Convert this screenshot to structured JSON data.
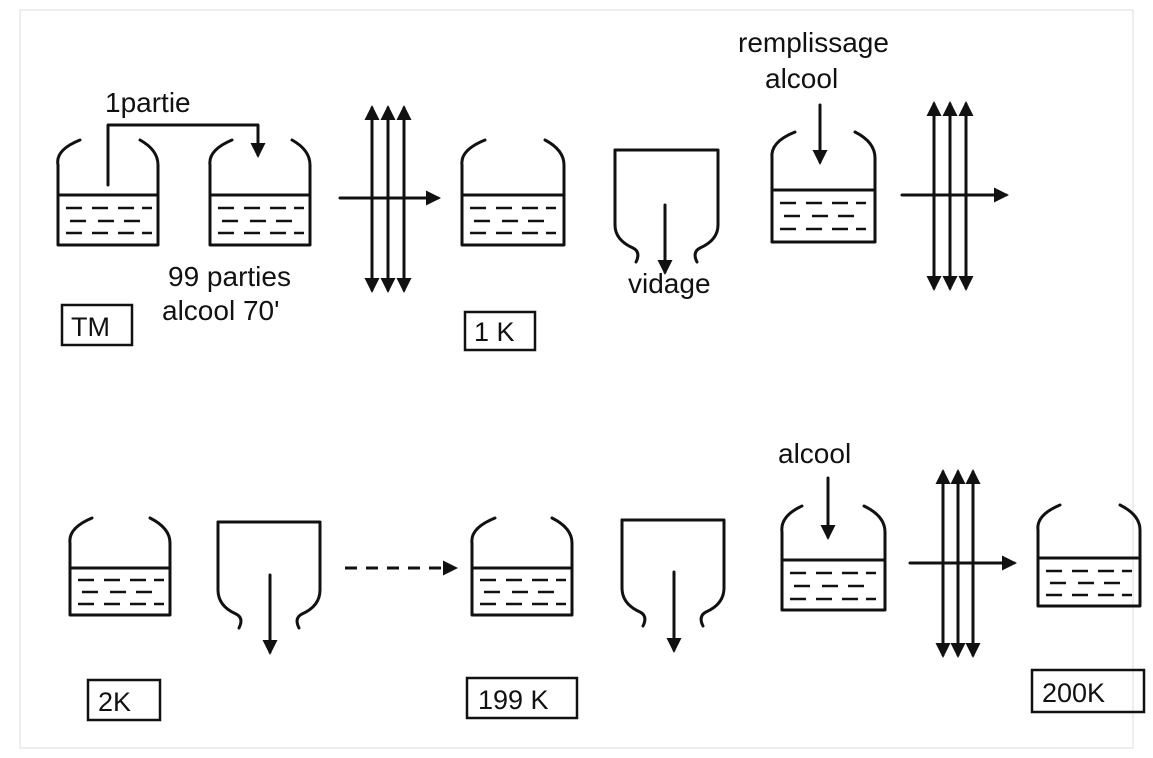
{
  "labels": {
    "one_part": "1partie",
    "ninety_nine_parts": "99 parties",
    "alcohol_70": "alcool  70'",
    "refill": "remplissage",
    "refill_alcohol": "alcool",
    "emptying": "vidage",
    "alcohol": "alcool"
  },
  "stages": {
    "tm": "TM",
    "k1": "1 K",
    "k2": "2K",
    "k199": "199 K",
    "k200": "200K"
  },
  "colors": {
    "ink": "#111111",
    "frame": "#dcdcdc",
    "background": "#ffffff"
  }
}
